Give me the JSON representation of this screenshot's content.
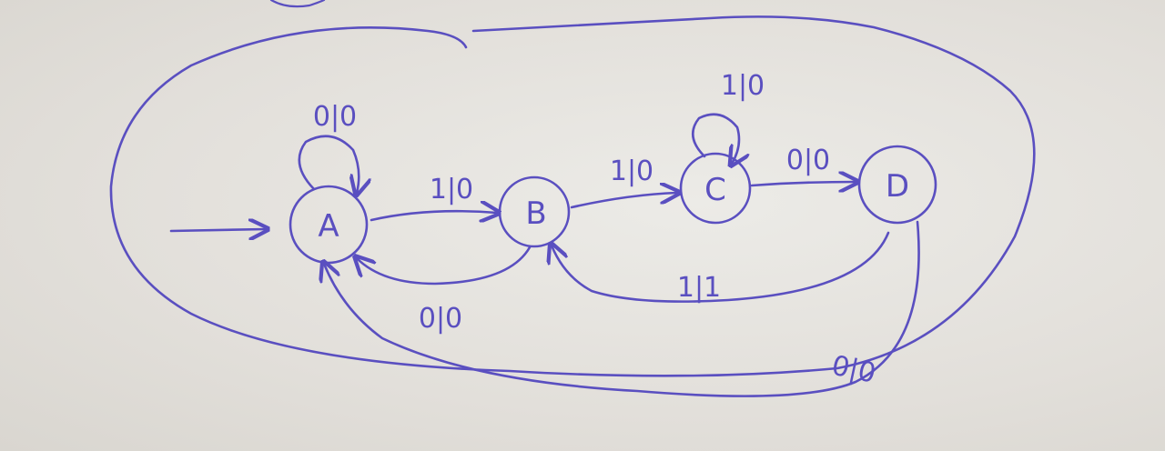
{
  "states": [
    {
      "id": "A",
      "label": "A",
      "initial": true
    },
    {
      "id": "B",
      "label": "B"
    },
    {
      "id": "C",
      "label": "C"
    },
    {
      "id": "D",
      "label": "D"
    }
  ],
  "transitions": [
    {
      "from": "A",
      "to": "A",
      "label": "0|0"
    },
    {
      "from": "A",
      "to": "B",
      "label": "1|0"
    },
    {
      "from": "B",
      "to": "C",
      "label": "1|0"
    },
    {
      "from": "C",
      "to": "C",
      "label": "1|0"
    },
    {
      "from": "C",
      "to": "D",
      "label": "0|0"
    },
    {
      "from": "B",
      "to": "A",
      "label": "0|0"
    },
    {
      "from": "D",
      "to": "B",
      "label": "1|1"
    },
    {
      "from": "D",
      "to": "A",
      "label": "0|0"
    }
  ],
  "colors": {
    "ink": "#5a4fc0",
    "paper": "#e6e3de"
  }
}
